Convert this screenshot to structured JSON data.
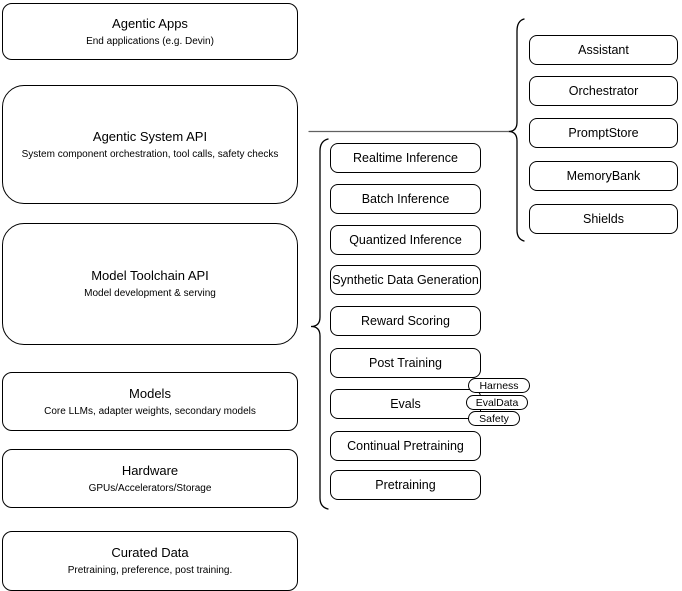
{
  "diagram": {
    "left_column": [
      {
        "title": "Agentic Apps",
        "subtitle": "End applications (e.g. Devin)"
      },
      {
        "title": "Agentic System API",
        "subtitle": "System component orchestration, tool calls, safety checks"
      },
      {
        "title": "Model Toolchain API",
        "subtitle": "Model development & serving"
      },
      {
        "title": "Models",
        "subtitle": "Core LLMs, adapter weights, secondary models"
      },
      {
        "title": "Hardware",
        "subtitle": "GPUs/Accelerators/Storage"
      },
      {
        "title": "Curated Data",
        "subtitle": "Pretraining, preference, post training."
      }
    ],
    "middle_column": [
      {
        "label": "Realtime Inference"
      },
      {
        "label": "Batch Inference"
      },
      {
        "label": "Quantized Inference"
      },
      {
        "label": "Synthetic Data Generation"
      },
      {
        "label": "Reward Scoring"
      },
      {
        "label": "Post Training"
      },
      {
        "label": "Evals"
      },
      {
        "label": "Continual Pretraining"
      },
      {
        "label": "Pretraining"
      }
    ],
    "eval_pills": [
      {
        "label": "Harness"
      },
      {
        "label": "EvalData"
      },
      {
        "label": "Safety"
      }
    ],
    "right_column": [
      {
        "label": "Assistant"
      },
      {
        "label": "Orchestrator"
      },
      {
        "label": "PromptStore"
      },
      {
        "label": "MemoryBank"
      },
      {
        "label": "Shields"
      }
    ],
    "colors": {
      "stroke": "#000000",
      "connector": "#616161",
      "background": "#ffffff",
      "box_fill": "#ffffff"
    }
  }
}
